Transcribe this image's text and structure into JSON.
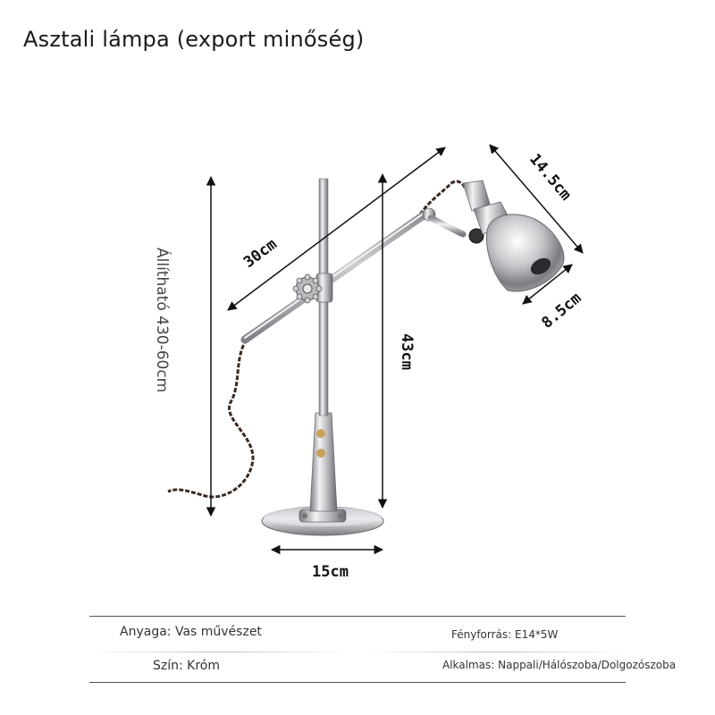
{
  "title": "Asztali lámpa (export minőség)",
  "dimensions": {
    "arm_length": "30cm",
    "shade_length": "14.5cm",
    "shade_diameter": "8.5cm",
    "base_height": "43cm",
    "base_width": "15cm",
    "adjustable_height": "Állítható 430-60cm"
  },
  "specs": {
    "material": "Anyaga: Vas művészet",
    "light_source": "Fényforrás: E14*5W",
    "color": "Szín: Króm",
    "usage": "Alkalmas: Nappali/Hálószoba/Dolgozószoba"
  },
  "colors": {
    "chrome_light": "#e8e8ea",
    "chrome_mid": "#b9b9bd",
    "chrome_dark": "#6f6f74",
    "cord": "#3a2a22",
    "brass": "#c9a25a"
  }
}
